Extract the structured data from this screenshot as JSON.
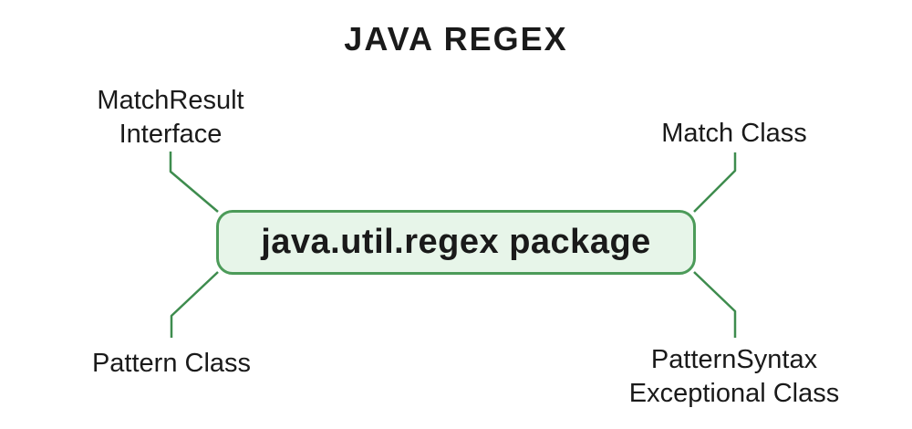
{
  "title": "JAVA REGEX",
  "center_box": {
    "label": "java.util.regex package"
  },
  "labels": {
    "top_left": "MatchResult\nInterface",
    "top_right": "Match Class",
    "bottom_left": "Pattern Class",
    "bottom_right": "PatternSyntax\nExceptional Class"
  },
  "colors": {
    "background": "#ffffff",
    "text": "#1a1a1a",
    "line": "#3E8C4E",
    "box-border": "#4C9B59",
    "box-fill": "#E7F5E9"
  }
}
